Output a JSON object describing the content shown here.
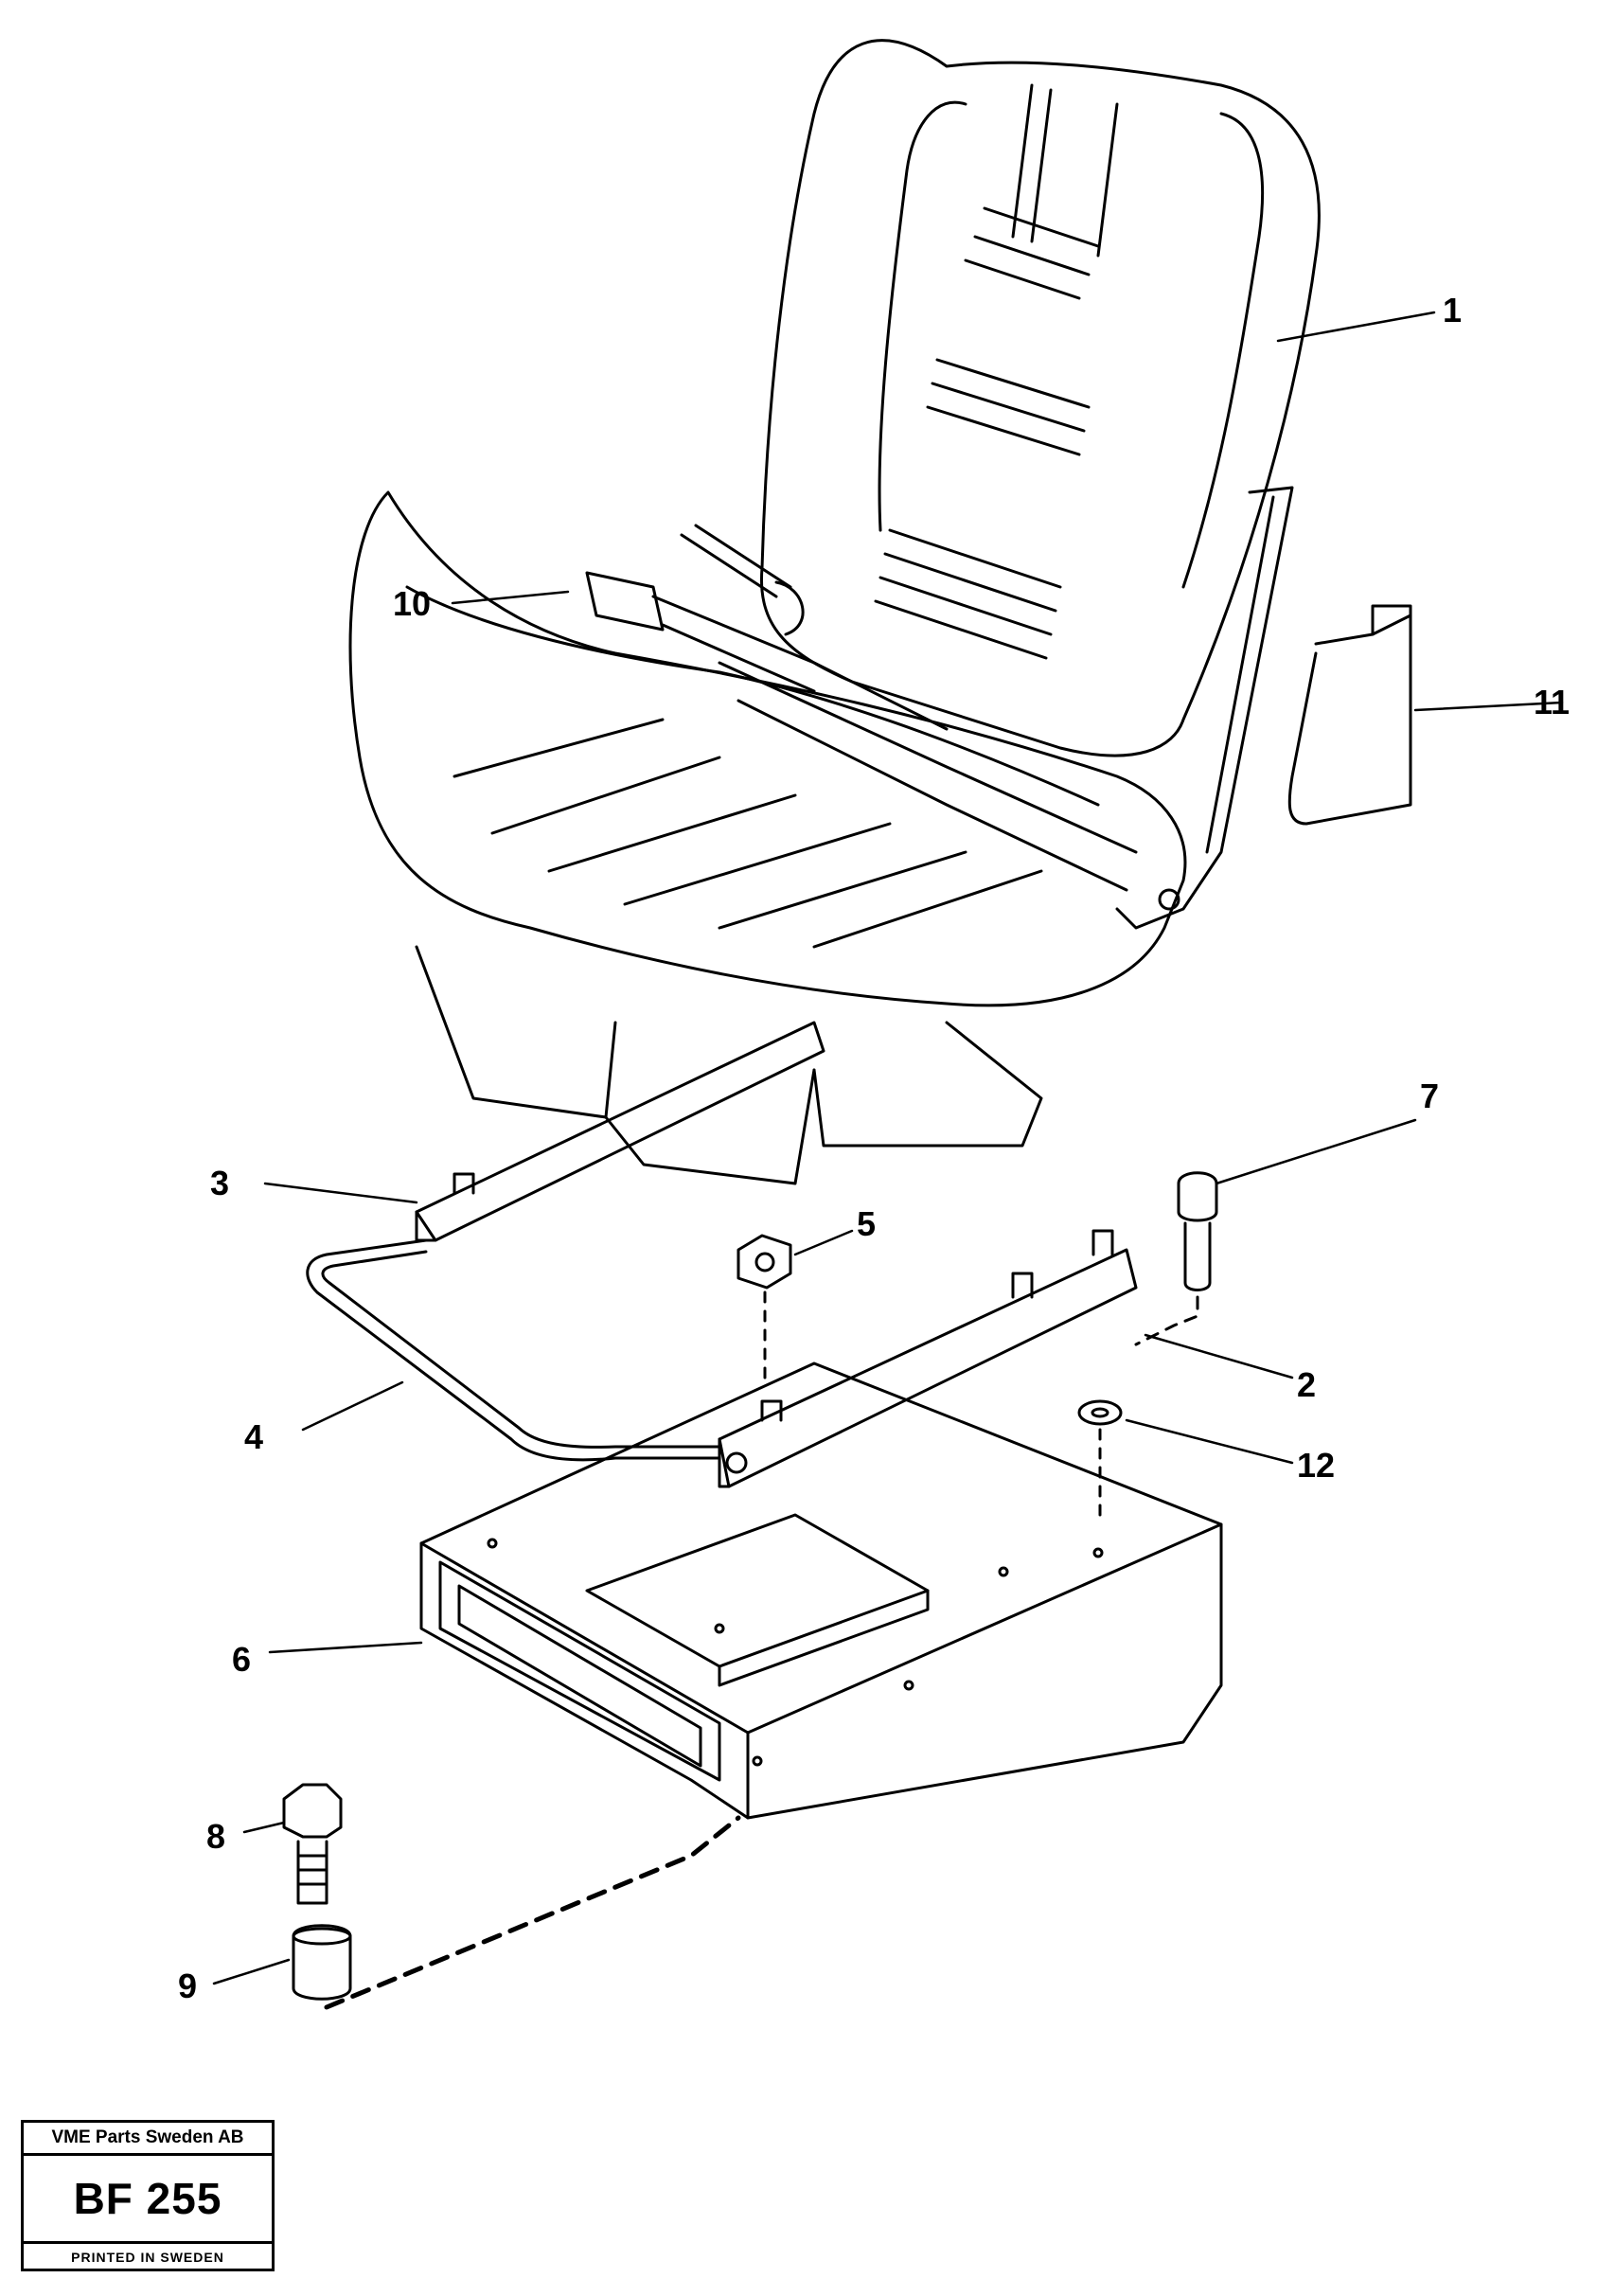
{
  "callouts": [
    {
      "id": "1",
      "label": "1"
    },
    {
      "id": "2",
      "label": "2"
    },
    {
      "id": "3",
      "label": "3"
    },
    {
      "id": "4",
      "label": "4"
    },
    {
      "id": "5",
      "label": "5"
    },
    {
      "id": "6",
      "label": "6"
    },
    {
      "id": "7",
      "label": "7"
    },
    {
      "id": "8",
      "label": "8"
    },
    {
      "id": "9",
      "label": "9"
    },
    {
      "id": "10",
      "label": "10"
    },
    {
      "id": "11",
      "label": "11"
    },
    {
      "id": "12",
      "label": "12"
    }
  ],
  "title_block": {
    "company": "VME Parts Sweden AB",
    "code": "BF 255",
    "printed": "PRINTED IN SWEDEN"
  }
}
